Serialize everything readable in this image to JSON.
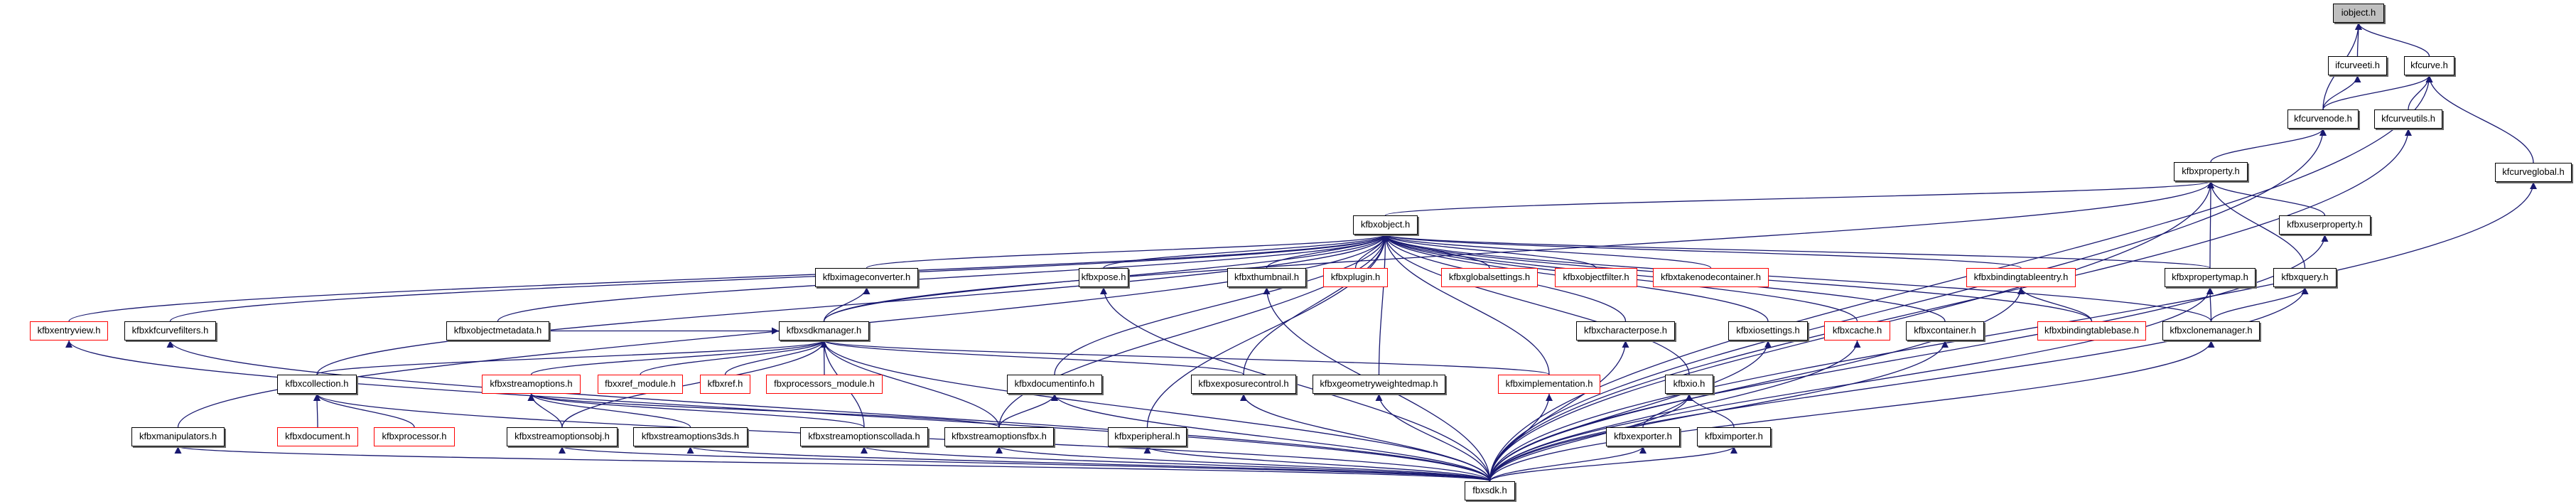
{
  "title": "iobject.h include dependency graph",
  "colors": {
    "edge": "#191970",
    "missing_border": "#ff0000",
    "root_fill": "#bfbfbf"
  },
  "nodes": [
    {
      "id": "iobject",
      "label": "iobject.h",
      "style": "root"
    },
    {
      "id": "ifcurveeti",
      "label": "ifcurveeti.h",
      "style": "normal"
    },
    {
      "id": "kfcurve",
      "label": "kfcurve.h",
      "style": "normal"
    },
    {
      "id": "kfcurvenode",
      "label": "kfcurvenode.h",
      "style": "normal"
    },
    {
      "id": "kfcurveutils",
      "label": "kfcurveutils.h",
      "style": "normal"
    },
    {
      "id": "kfbxproperty",
      "label": "kfbxproperty.h",
      "style": "normal"
    },
    {
      "id": "kfcurveglobal",
      "label": "kfcurveglobal.h",
      "style": "normal"
    },
    {
      "id": "kfbxobject",
      "label": "kfbxobject.h",
      "style": "normal"
    },
    {
      "id": "kfbxuserproperty",
      "label": "kfbxuserproperty.h",
      "style": "normal"
    },
    {
      "id": "kfbximageconverter",
      "label": "kfbximageconverter.h",
      "style": "normal"
    },
    {
      "id": "kfbxpose",
      "label": "kfbxpose.h",
      "style": "normal"
    },
    {
      "id": "kfbxthumbnail",
      "label": "kfbxthumbnail.h",
      "style": "normal"
    },
    {
      "id": "kfbxplugin",
      "label": "kfbxplugin.h",
      "style": "missing"
    },
    {
      "id": "kfbxglobalsettings",
      "label": "kfbxglobalsettings.h",
      "style": "missing"
    },
    {
      "id": "kfbxobjectfilter",
      "label": "kfbxobjectfilter.h",
      "style": "missing"
    },
    {
      "id": "kfbxtakenodecontainer",
      "label": "kfbxtakenodecontainer.h",
      "style": "missing"
    },
    {
      "id": "kfbxbindingtableentry",
      "label": "kfbxbindingtableentry.h",
      "style": "missing"
    },
    {
      "id": "kfbxpropertymap",
      "label": "kfbxpropertymap.h",
      "style": "normal"
    },
    {
      "id": "kfbxquery",
      "label": "kfbxquery.h",
      "style": "normal"
    },
    {
      "id": "kfbxentryview",
      "label": "kfbxentryview.h",
      "style": "missing"
    },
    {
      "id": "kfbxkfcurvefilters",
      "label": "kfbxkfcurvefilters.h",
      "style": "normal"
    },
    {
      "id": "kfbxobjectmetadata",
      "label": "kfbxobjectmetadata.h",
      "style": "normal"
    },
    {
      "id": "kfbxsdkmanager",
      "label": "kfbxsdkmanager.h",
      "style": "normal"
    },
    {
      "id": "kfbxcharacterpose",
      "label": "kfbxcharacterpose.h",
      "style": "normal"
    },
    {
      "id": "kfbxiosettings",
      "label": "kfbxiosettings.h",
      "style": "normal"
    },
    {
      "id": "kfbxcache",
      "label": "kfbxcache.h",
      "style": "missing"
    },
    {
      "id": "kfbxcontainer",
      "label": "kfbxcontainer.h",
      "style": "normal"
    },
    {
      "id": "kfbxbindingtablebase",
      "label": "kfbxbindingtablebase.h",
      "style": "missing"
    },
    {
      "id": "kfbxclonemanager",
      "label": "kfbxclonemanager.h",
      "style": "normal"
    },
    {
      "id": "kfbxcollection",
      "label": "kfbxcollection.h",
      "style": "normal"
    },
    {
      "id": "kfbxstreamoptions",
      "label": "kfbxstreamoptions.h",
      "style": "missing"
    },
    {
      "id": "fbxxref_module",
      "label": "fbxxref_module.h",
      "style": "missing"
    },
    {
      "id": "kfbxref",
      "label": "kfbxref.h",
      "style": "missing"
    },
    {
      "id": "fbxprocessors_module",
      "label": "fbxprocessors_module.h",
      "style": "missing"
    },
    {
      "id": "kfbxdocumentinfo",
      "label": "kfbxdocumentinfo.h",
      "style": "normal"
    },
    {
      "id": "kfbxexposurecontrol",
      "label": "kfbxexposurecontrol.h",
      "style": "normal"
    },
    {
      "id": "kfbxgeometryweightedmap",
      "label": "kfbxgeometryweightedmap.h",
      "style": "normal"
    },
    {
      "id": "kfbximplementation",
      "label": "kfbximplementation.h",
      "style": "missing"
    },
    {
      "id": "kfbxio",
      "label": "kfbxio.h",
      "style": "normal"
    },
    {
      "id": "kfbxmanipulators",
      "label": "kfbxmanipulators.h",
      "style": "normal"
    },
    {
      "id": "kfbxdocument",
      "label": "kfbxdocument.h",
      "style": "missing"
    },
    {
      "id": "kfbxprocessor",
      "label": "kfbxprocessor.h",
      "style": "missing"
    },
    {
      "id": "kfbxstreamoptionsobj",
      "label": "kfbxstreamoptionsobj.h",
      "style": "normal"
    },
    {
      "id": "kfbxstreamoptions3ds",
      "label": "kfbxstreamoptions3ds.h",
      "style": "normal"
    },
    {
      "id": "kfbxstreamoptionscollada",
      "label": "kfbxstreamoptionscollada.h",
      "style": "normal"
    },
    {
      "id": "kfbxstreamoptionsfbx",
      "label": "kfbxstreamoptionsfbx.h",
      "style": "normal"
    },
    {
      "id": "kfbxperipheral",
      "label": "kfbxperipheral.h",
      "style": "normal"
    },
    {
      "id": "kfbxexporter",
      "label": "kfbxexporter.h",
      "style": "normal"
    },
    {
      "id": "kfbximporter",
      "label": "kfbximporter.h",
      "style": "normal"
    },
    {
      "id": "fbxsdk",
      "label": "fbxsdk.h",
      "style": "normal"
    }
  ],
  "edges": [
    [
      "ifcurveeti",
      "iobject"
    ],
    [
      "kfcurve",
      "iobject"
    ],
    [
      "kfcurvenode",
      "iobject"
    ],
    [
      "kfcurvenode",
      "ifcurveeti"
    ],
    [
      "kfcurvenode",
      "kfcurve"
    ],
    [
      "kfcurveutils",
      "kfcurve"
    ],
    [
      "kfcurveglobal",
      "kfcurve"
    ],
    [
      "fbxsdk",
      "kfcurve"
    ],
    [
      "fbxsdk",
      "kfcurveutils"
    ],
    [
      "fbxsdk",
      "kfcurveglobal"
    ],
    [
      "kfbxproperty",
      "kfcurvenode"
    ],
    [
      "fbxsdk",
      "kfcurvenode"
    ],
    [
      "kfbxobject",
      "kfbxproperty"
    ],
    [
      "kfbxuserproperty",
      "kfbxproperty"
    ],
    [
      "kfbxpropertymap",
      "kfbxproperty"
    ],
    [
      "kfbxquery",
      "kfbxproperty"
    ],
    [
      "kfbxsdkmanager",
      "kfbxproperty"
    ],
    [
      "fbxsdk",
      "kfbxproperty"
    ],
    [
      "kfbximageconverter",
      "kfbxobject"
    ],
    [
      "kfbxpose",
      "kfbxobject"
    ],
    [
      "kfbxthumbnail",
      "kfbxobject"
    ],
    [
      "kfbxplugin",
      "kfbxobject"
    ],
    [
      "kfbxglobalsettings",
      "kfbxobject"
    ],
    [
      "kfbxobjectfilter",
      "kfbxobject"
    ],
    [
      "kfbxtakenodecontainer",
      "kfbxobject"
    ],
    [
      "kfbxbindingtableentry",
      "kfbxobject"
    ],
    [
      "kfbxpropertymap",
      "kfbxobject"
    ],
    [
      "kfbxentryview",
      "kfbxobject"
    ],
    [
      "kfbxkfcurvefilters",
      "kfbxobject"
    ],
    [
      "kfbxobjectmetadata",
      "kfbxobject"
    ],
    [
      "kfbxsdkmanager",
      "kfbxobject"
    ],
    [
      "kfbxcharacterpose",
      "kfbxobject"
    ],
    [
      "kfbxiosettings",
      "kfbxobject"
    ],
    [
      "kfbxcache",
      "kfbxobject"
    ],
    [
      "kfbxcontainer",
      "kfbxobject"
    ],
    [
      "kfbxbindingtablebase",
      "kfbxobject"
    ],
    [
      "kfbxclonemanager",
      "kfbxobject"
    ],
    [
      "kfbxcollection",
      "kfbxobject"
    ],
    [
      "kfbxdocumentinfo",
      "kfbxobject"
    ],
    [
      "kfbxexposurecontrol",
      "kfbxobject"
    ],
    [
      "kfbxgeometryweightedmap",
      "kfbxobject"
    ],
    [
      "kfbximplementation",
      "kfbxobject"
    ],
    [
      "kfbxio",
      "kfbxobject"
    ],
    [
      "kfbxmanipulators",
      "kfbxobject"
    ],
    [
      "kfbxstreamoptionsfbx",
      "kfbxobject"
    ],
    [
      "kfbxperipheral",
      "kfbxobject"
    ],
    [
      "kfbxsdkmanager",
      "kfbximageconverter"
    ],
    [
      "kfbxcollection",
      "kfbxsdkmanager"
    ],
    [
      "kfbxstreamoptions",
      "kfbxsdkmanager"
    ],
    [
      "fbxxref_module",
      "kfbxsdkmanager"
    ],
    [
      "kfbxref",
      "kfbxsdkmanager"
    ],
    [
      "fbxprocessors_module",
      "kfbxsdkmanager"
    ],
    [
      "kfbxstreamoptionscollada",
      "kfbxsdkmanager"
    ],
    [
      "kfbxstreamoptionsfbx",
      "kfbxsdkmanager"
    ],
    [
      "kfbxexposurecontrol",
      "kfbxsdkmanager"
    ],
    [
      "kfbximplementation",
      "kfbxsdkmanager"
    ],
    [
      "kfbxstreamoptionsobj",
      "kfbxsdkmanager"
    ],
    [
      "kfbxobjectmetadata",
      "kfbxsdkmanager"
    ],
    [
      "kfbxdocument",
      "kfbxcollection"
    ],
    [
      "kfbxprocessor",
      "kfbxcollection"
    ],
    [
      "kfbxstreamoptionsobj",
      "kfbxstreamoptions"
    ],
    [
      "kfbxstreamoptions3ds",
      "kfbxstreamoptions"
    ],
    [
      "kfbxstreamoptionscollada",
      "kfbxstreamoptions"
    ],
    [
      "kfbxstreamoptionsfbx",
      "kfbxstreamoptions"
    ],
    [
      "kfbxstreamoptionsfbx",
      "kfbxdocumentinfo"
    ],
    [
      "fbxsdk",
      "kfbxdocumentinfo"
    ],
    [
      "kfbxbindingtablebase",
      "kfbxbindingtableentry"
    ],
    [
      "fbxsdk",
      "kfbxbindingtableentry"
    ],
    [
      "kfbxclonemanager",
      "kfbxpropertymap"
    ],
    [
      "fbxsdk",
      "kfbxpropertymap"
    ],
    [
      "kfbxclonemanager",
      "kfbxquery"
    ],
    [
      "fbxsdk",
      "kfbxquery"
    ],
    [
      "fbxsdk",
      "kfbxuserproperty"
    ],
    [
      "kfbxexporter",
      "kfbxio"
    ],
    [
      "kfbximporter",
      "kfbxio"
    ],
    [
      "fbxsdk",
      "kfbxio"
    ],
    [
      "fbxsdk",
      "kfbxentryview"
    ],
    [
      "fbxsdk",
      "kfbxkfcurvefilters"
    ],
    [
      "fbxsdk",
      "kfbxmanipulators"
    ],
    [
      "fbxsdk",
      "kfbxstreamoptionsobj"
    ],
    [
      "fbxsdk",
      "kfbxstreamoptions3ds"
    ],
    [
      "fbxsdk",
      "kfbxstreamoptionscollada"
    ],
    [
      "fbxsdk",
      "kfbxstreamoptionsfbx"
    ],
    [
      "fbxsdk",
      "kfbxperipheral"
    ],
    [
      "fbxsdk",
      "kfbxpose"
    ],
    [
      "fbxsdk",
      "kfbxthumbnail"
    ],
    [
      "fbxsdk",
      "kfbxexposurecontrol"
    ],
    [
      "fbxsdk",
      "kfbxgeometryweightedmap"
    ],
    [
      "fbxsdk",
      "kfbximplementation"
    ],
    [
      "fbxsdk",
      "kfbxcharacterpose"
    ],
    [
      "fbxsdk",
      "kfbxiosettings"
    ],
    [
      "fbxsdk",
      "kfbxcache"
    ],
    [
      "fbxsdk",
      "kfbxcontainer"
    ],
    [
      "fbxsdk",
      "kfbxclonemanager"
    ],
    [
      "fbxsdk",
      "kfbxexporter"
    ],
    [
      "fbxsdk",
      "kfbximporter"
    ],
    [
      "fbxsdk",
      "kfbxcollection"
    ],
    [
      "fbxsdk",
      "kfbxsdkmanager"
    ]
  ]
}
